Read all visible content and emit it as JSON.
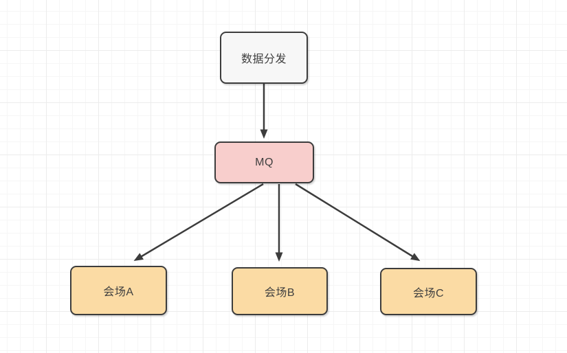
{
  "theme": {
    "canvas_bg": "#ffffff",
    "grid_minor": "#f6f6f6",
    "grid_major": "#ececec",
    "stroke": "#3c3c3c",
    "label": "#3f3f3f"
  },
  "edge_color": "#3c3c3c",
  "nodes": [
    {
      "id": "data-distribution",
      "label": "数据分发",
      "fill": "#f7f7f7"
    },
    {
      "id": "mq",
      "label": "MQ",
      "fill": "#f8cecc"
    },
    {
      "id": "venue-a",
      "label": "会场A",
      "fill": "#fbdba4"
    },
    {
      "id": "venue-b",
      "label": "会场B",
      "fill": "#fbdba4"
    },
    {
      "id": "venue-c",
      "label": "会场C",
      "fill": "#fbdba4"
    }
  ],
  "edges": [
    {
      "from": "data-distribution",
      "to": "mq"
    },
    {
      "from": "mq",
      "to": "venue-a"
    },
    {
      "from": "mq",
      "to": "venue-b"
    },
    {
      "from": "mq",
      "to": "venue-c"
    }
  ]
}
